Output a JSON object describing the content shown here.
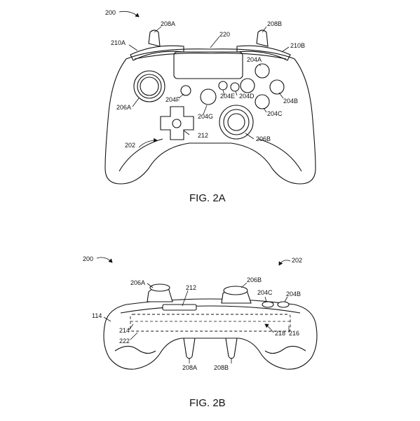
{
  "figures": [
    {
      "caption": "FIG. 2A",
      "labels": [
        "200",
        "208A",
        "208B",
        "210A",
        "210B",
        "220",
        "204A",
        "204F",
        "204E",
        "204D",
        "204B",
        "206A",
        "204G",
        "204C",
        "212",
        "202",
        "206B"
      ]
    },
    {
      "caption": "FIG. 2B",
      "labels": [
        "200",
        "202",
        "206A",
        "212",
        "206B",
        "204C",
        "204B",
        "114",
        "214",
        "222",
        "218",
        "216",
        "208A",
        "208B"
      ]
    }
  ]
}
